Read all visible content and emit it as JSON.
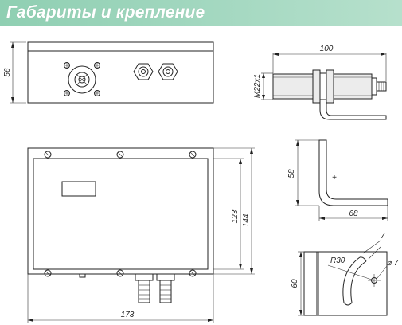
{
  "header": {
    "title": "Габариты и крепление"
  },
  "dimensions": {
    "side_height": "56",
    "sensor_length": "100",
    "sensor_thread": "М22х1",
    "bracket_height": "58",
    "bracket_width": "68",
    "box_inner_height": "123",
    "box_outer_height": "144",
    "box_width": "173",
    "slot_width": "7",
    "slot_radius": "R30",
    "hole_diameter": "⌀ 7",
    "plate_height": "60"
  },
  "colors": {
    "header_bg": "#9dd5bc",
    "header_text": "#ffffff",
    "line": "#222222"
  }
}
